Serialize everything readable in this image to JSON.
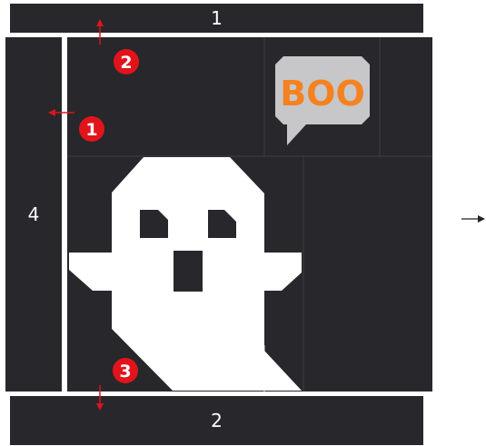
{
  "strips": {
    "top": "1",
    "bottom": "2",
    "left": "4"
  },
  "steps": [
    "1",
    "2",
    "3"
  ],
  "speech_bubble_text": "BOO",
  "colors": {
    "block": "#28272c",
    "ghost": "#ffffff",
    "bubble": "#c7c7c9",
    "boo_text": "#f58220",
    "step_marker": "#e2141b",
    "arrow": "#d9161c",
    "background": "#ffffff"
  },
  "icons": {
    "press_direction": "arrow-icon",
    "step_marker": "numbered-circle-icon",
    "next": "right-arrow-icon"
  }
}
